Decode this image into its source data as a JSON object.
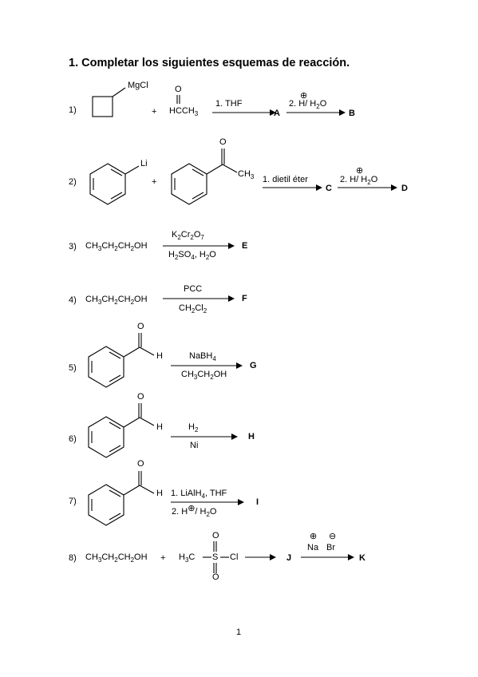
{
  "title": "1. Completar los siguientes esquemas de reacción.",
  "page_number": "1",
  "reactions": [
    {
      "num": "1)",
      "reagent_top": "MgCl",
      "plus": "+",
      "carbonyl_o": "O",
      "carbonyl_formula": "HCCH",
      "carbonyl_sub": "3",
      "step1": "1. THF",
      "step2_prefix": "2. H",
      "step2_charge": "⊕",
      "step2_rest": "/ H",
      "step2_sub": "2",
      "step2_end": "O",
      "product1": "A",
      "product2": "B"
    },
    {
      "num": "2)",
      "li": "Li",
      "plus": "+",
      "ketone_o": "O",
      "ketone_ch3": "CH",
      "ketone_sub": "3",
      "step1": "1. dietil éter",
      "step2_prefix": "2. H",
      "step2_charge": "⊕",
      "step2_rest": "/ H",
      "step2_sub": "2",
      "step2_end": "O",
      "product1": "C",
      "product2": "D"
    },
    {
      "num": "3)",
      "substrate": [
        "CH",
        "3",
        "CH",
        "2",
        "CH",
        "2",
        "OH"
      ],
      "above": [
        "K",
        "2",
        "Cr",
        "2",
        "O",
        "7"
      ],
      "below": [
        "H",
        "2",
        "SO",
        "4",
        ", H",
        "2",
        "O"
      ],
      "product": "E"
    },
    {
      "num": "4)",
      "substrate": [
        "CH",
        "3",
        "CH",
        "2",
        "CH",
        "2",
        "OH"
      ],
      "above": "PCC",
      "below": [
        "CH",
        "2",
        "Cl",
        "2"
      ],
      "product": "F"
    },
    {
      "num": "5)",
      "aldehyde_o": "O",
      "aldehyde_h": "H",
      "above": [
        "NaBH",
        "4"
      ],
      "below": [
        "CH",
        "3",
        "CH",
        "2",
        "OH"
      ],
      "product": "G"
    },
    {
      "num": "6)",
      "aldehyde_o": "O",
      "aldehyde_h": "H",
      "above": [
        "H",
        "2"
      ],
      "below": "Ni",
      "product": "H"
    },
    {
      "num": "7)",
      "aldehyde_o": "O",
      "aldehyde_h": "H",
      "above": [
        "1. LiAlH",
        "4",
        ", THF"
      ],
      "below_prefix": "2. H",
      "below_charge": "⊕",
      "below_rest": "/ H",
      "below_sub": "2",
      "below_end": "O",
      "product": "I"
    },
    {
      "num": "8)",
      "substrate": [
        "CH",
        "3",
        "CH",
        "2",
        "CH",
        "2",
        "OH"
      ],
      "plus": "+",
      "mesyl_h3c": [
        "H",
        "3",
        "C"
      ],
      "mesyl_s": "S",
      "mesyl_cl": "Cl",
      "mesyl_o_top": "O",
      "mesyl_o_bottom": "O",
      "product1": "J",
      "salt_na": "Na",
      "salt_br": "Br",
      "na_charge": "⊕",
      "br_charge": "⊖",
      "product2": "K"
    }
  ]
}
